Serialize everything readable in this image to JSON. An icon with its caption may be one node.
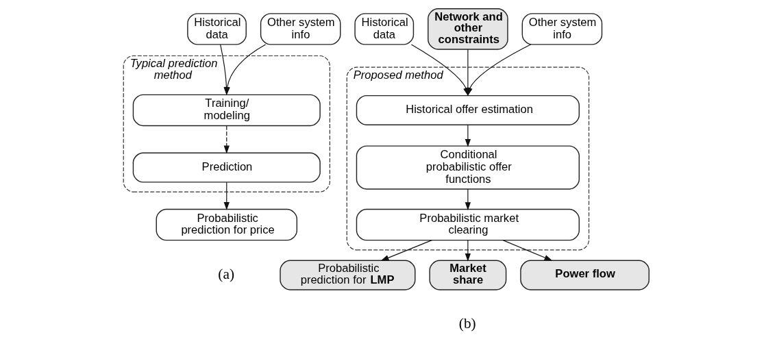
{
  "diagram": {
    "nodes": [
      {
        "text": [
          "Historical data"
        ]
      },
      {
        "text": [
          "Other system info"
        ]
      },
      {
        "text": [
          "Typical prediction method"
        ]
      },
      {
        "text": [
          "Training/ modeling"
        ],
        "in": 2
      },
      {
        "text": [
          "Prediction"
        ],
        "in": 2
      },
      {
        "text": [
          "Probabilistic prediction for price"
        ]
      },
      {
        "text": [
          "Historical data"
        ]
      },
      {
        "text": [
          "Network and other constraints"
        ]
      },
      {
        "text": [
          "Other system info"
        ]
      },
      {
        "text": [
          "Proposed method"
        ]
      },
      {
        "text": [
          "Historical offer estimation"
        ],
        "in": 9
      },
      {
        "text": [
          "Conditional probabilistic offer functions"
        ],
        "in": 9
      },
      {
        "text": [
          "Probabilistic market clearing"
        ],
        "in": 9
      },
      {
        "text": [
          "Probabilistic prediction for **LMP**"
        ]
      },
      {
        "text": [
          "Market share"
        ]
      },
      {
        "text": [
          "Power flow"
        ]
      }
    ],
    "edges": [
      {
        "from": 0,
        "to": 3,
        "arrow": "to"
      },
      {
        "from": 1,
        "to": 3,
        "arrow": "to"
      },
      {
        "from": 3,
        "to": 4,
        "arrow": "to",
        "style": "dashed"
      },
      {
        "from": 4,
        "to": 5,
        "arrow": "to"
      },
      {
        "from": 6,
        "to": 10,
        "arrow": "to"
      },
      {
        "from": 7,
        "to": 10,
        "arrow": "to"
      },
      {
        "from": 8,
        "to": 10,
        "arrow": "to"
      },
      {
        "from": 10,
        "to": 11,
        "arrow": "to"
      },
      {
        "from": 11,
        "to": 12,
        "arrow": "to"
      },
      {
        "from": 12,
        "to": 13,
        "arrow": "to"
      },
      {
        "from": 12,
        "to": 14,
        "arrow": "to"
      },
      {
        "from": 12,
        "to": 15,
        "arrow": "to"
      }
    ],
    "labels": [
      "(a)",
      "(b)"
    ]
  }
}
